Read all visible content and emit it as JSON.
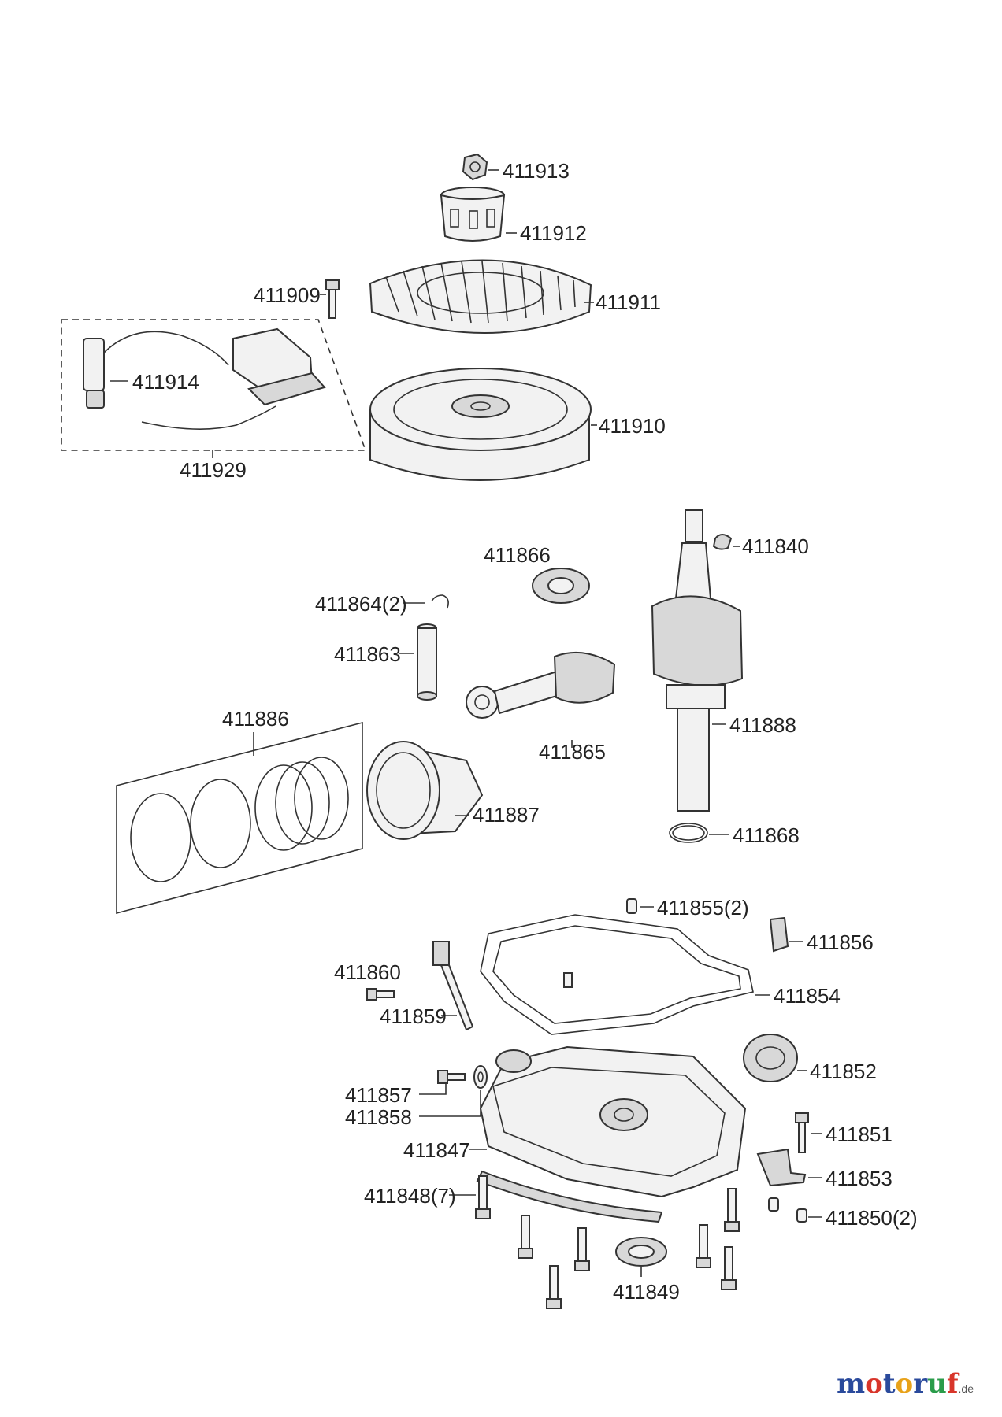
{
  "labels": {
    "p411913": "411913",
    "p411912": "411912",
    "p411911": "411911",
    "p411909": "411909",
    "p411914": "411914",
    "p411910": "411910",
    "p411929": "411929",
    "p411840": "411840",
    "p411866": "411866",
    "p411864": "411864(2)",
    "p411863": "411863",
    "p411886": "411886",
    "p411865": "411865",
    "p411888": "411888",
    "p411887": "411887",
    "p411868": "411868",
    "p411855": "411855(2)",
    "p411856": "411856",
    "p411860": "411860",
    "p411854": "411854",
    "p411859": "411859",
    "p411852": "411852",
    "p411857": "411857",
    "p411858": "411858",
    "p411851": "411851",
    "p411847": "411847",
    "p411853": "411853",
    "p411848": "411848(7)",
    "p411850": "411850(2)",
    "p411849": "411849"
  },
  "brand": {
    "logo_text": "motoruf",
    "tld": ".de",
    "colors": [
      "#2a4a9c",
      "#d8352a",
      "#e8a21a",
      "#2a9c4a"
    ]
  }
}
